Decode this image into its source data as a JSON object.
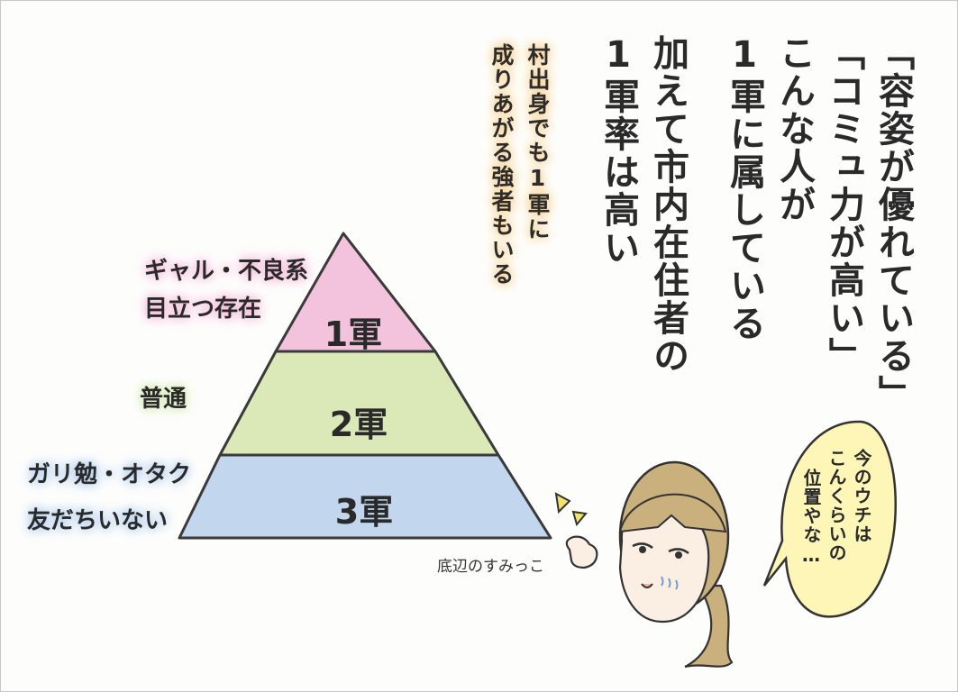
{
  "main_text": {
    "col1": "「容姿が優れている」",
    "col2": "「コミュ力が高い」",
    "col3": "こんな人が",
    "col4": "1軍に属している",
    "col5": "加えて市内在住者の",
    "col6": "1軍率は高い"
  },
  "side_note": {
    "col1": "村出身でも1軍に",
    "col2": "成りあがる強者もいる"
  },
  "pyramid": {
    "tier1": "1軍",
    "tier2": "2軍",
    "tier3": "3軍",
    "tier1_color": "#f3c3dd",
    "tier2_color": "#dbe9b8",
    "tier3_color": "#c2d6ee"
  },
  "labels": {
    "tier1_line1": "ギャル・不良系",
    "tier1_line2": "目立つ存在",
    "tier2": "普通",
    "tier3_line1": "ガリ勉・オタク",
    "tier3_line2": "友だちいない"
  },
  "corner_note": "底辺のすみっこ",
  "speech_bubble": {
    "col1": "今のウチは",
    "col2": "こんくらいの",
    "col3": "位置やな…"
  },
  "colors": {
    "bubble_fill": "#fdf6b6",
    "hair": "#c9b07d",
    "skin": "#fbeee2"
  }
}
